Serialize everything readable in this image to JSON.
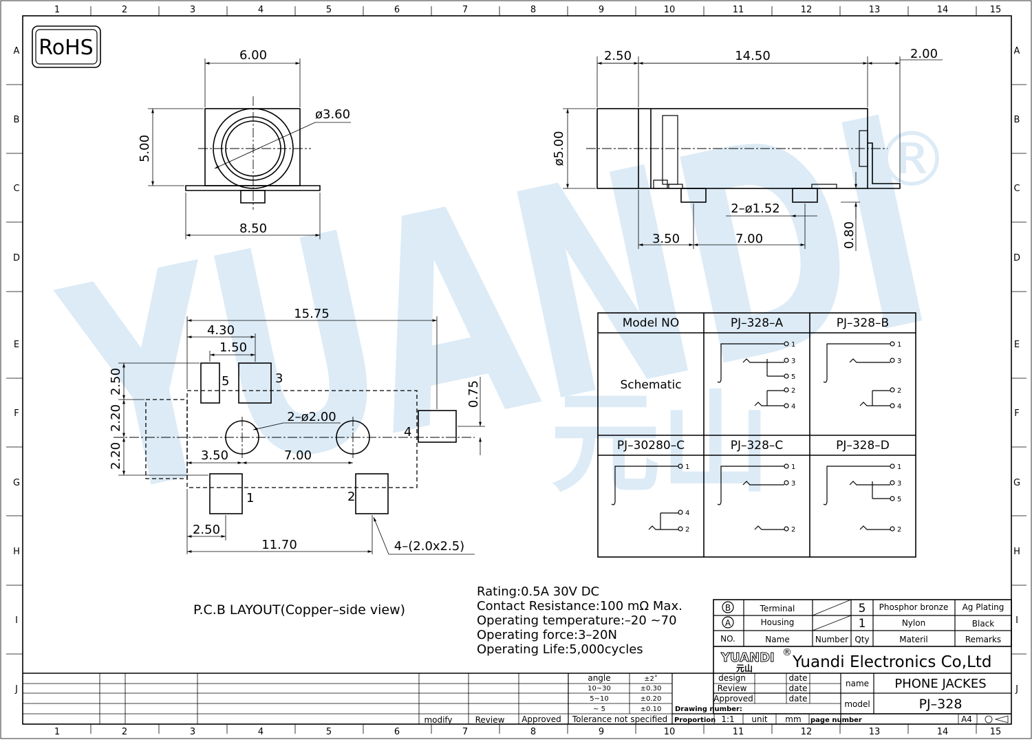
{
  "grid": {
    "columns": [
      "1",
      "2",
      "3",
      "4",
      "5",
      "6",
      "7",
      "8",
      "9",
      "10",
      "11",
      "12",
      "13",
      "14",
      "15"
    ],
    "rows": [
      "A",
      "B",
      "C",
      "D",
      "E",
      "F",
      "G",
      "H",
      "I",
      "J"
    ]
  },
  "badge": "RoHS",
  "watermark": {
    "text": "YUANDI",
    "registered": "®",
    "chinese": "元山"
  },
  "front_view": {
    "dims": {
      "width_top": "6.00",
      "height": "5.00",
      "diameter": "ø3.60",
      "width_bottom": "8.50"
    }
  },
  "side_view": {
    "dims": {
      "left": "2.50",
      "length": "14.50",
      "right": "2.00",
      "diameter": "ø5.00",
      "pins": "2–ø1.52",
      "offset": "3.50",
      "pitch": "7.00",
      "standoff": "0.80"
    }
  },
  "pcb": {
    "dims": {
      "overall": "15.75",
      "d430": "4.30",
      "d150": "1.50",
      "d250v": "2.50",
      "d220a": "2.20",
      "d220b": "2.20",
      "d075": "0.75",
      "holes": "2–ø2.00",
      "d350": "3.50",
      "d700": "7.00",
      "d250h": "2.50",
      "d1170": "11.70",
      "pads": "4–(2.0x2.5)"
    },
    "pins": {
      "p1": "1",
      "p2": "2",
      "p3": "3",
      "p4": "4",
      "p5": "5"
    },
    "caption": "P.C.B LAYOUT(Copper–side view)"
  },
  "schematic_table": {
    "headers": [
      "Model NO",
      "PJ–328–A",
      "PJ–328–B"
    ],
    "headers2": [
      "PJ–30280–C",
      "PJ–328–C",
      "PJ–328–D"
    ],
    "row_label": "Schematic",
    "pins": {
      "t1": "1",
      "t2": "2",
      "t3": "3",
      "t4": "4",
      "t5": "5"
    }
  },
  "specs": [
    "Rating:0.5A 30V DC",
    "Contact Resistance:100 mΩ Max.",
    "Operating temperature:–20  ~70",
    "Operating force:3–20N",
    "Operating Life:5,000cycles"
  ],
  "bom": {
    "rows": [
      {
        "no": "B",
        "name": "Terminal",
        "qty": "5",
        "material": "Phosphor bronze",
        "remarks": "Ag Plating"
      },
      {
        "no": "A",
        "name": "Housing",
        "qty": "1",
        "material": "Nylon",
        "remarks": "Black"
      }
    ],
    "header": {
      "no": "NO.",
      "name": "Name",
      "number": "Number",
      "qty": "Qty",
      "material": "Materil",
      "remarks": "Remarks"
    }
  },
  "title_block": {
    "logo": "YUANDI",
    "logo_mark": "®",
    "logo_cn": "元山",
    "company": "Yuandi Electronics Co,Ltd",
    "name_label": "name",
    "name_value": "PHONE  JACKES",
    "model_label": "model",
    "model_value": "PJ–328",
    "design": "design",
    "review": "Review",
    "approved": "Approved",
    "date": "date",
    "drawing_number": "Drawing number:",
    "proportion": "Proportion",
    "proportion_value": "1:1",
    "unit_label": "unit",
    "unit_value": "mm",
    "page_number": "page number",
    "paper": "A4"
  },
  "tolerance": {
    "angle": "angle",
    "angle_v": "±2˚",
    "r1": "10~30",
    "r1_v": "±0.30",
    "r2": "5~10",
    "r2_v": "±0.20",
    "r3": "~ 5",
    "r3_v": "±0.10",
    "label": "Tolerance  not  specified"
  },
  "revision": {
    "modify": "modify",
    "review": "Review",
    "approved": "Approved"
  }
}
